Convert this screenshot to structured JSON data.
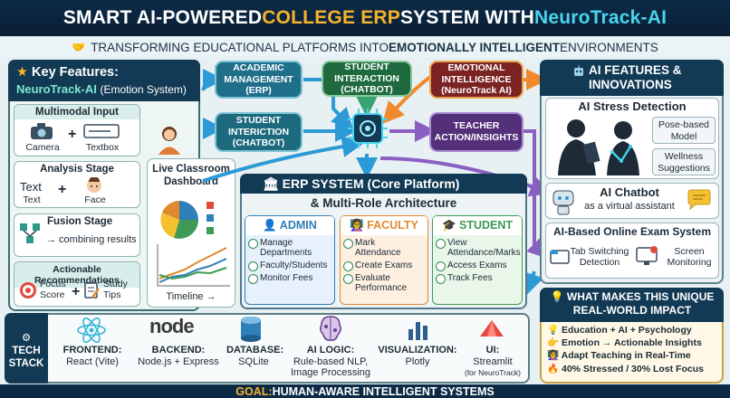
{
  "banner": {
    "part1": "SMART AI-POWERED ",
    "part2": "COLLEGE ERP",
    "part3": " SYSTEM WITH ",
    "part4": "NeuroTrack-AI"
  },
  "subtitle": {
    "prefix": "TRANSFORMING EDUCATIONAL PLATFORMS INTO ",
    "bold": "EMOTIONALLY INTELLIGENT",
    "suffix": " ENVIRONMENTS"
  },
  "key_features": {
    "title": "Key Features:",
    "product": "NeuroTrack-AI",
    "product_note": "(Emotion System)",
    "multimodal": {
      "title": "Multimodal Input",
      "camera": "Camera",
      "textbox": "Textbox",
      "plus": "+"
    },
    "analysis": {
      "title": "Analysis Stage",
      "text_a": "Text",
      "text_b": "Text",
      "face": "Face",
      "plus": "+"
    },
    "fusion": {
      "title": "Fusion Stage",
      "desc": "→ combining results"
    },
    "actionable": {
      "title": "Actionable Recommendations",
      "focus": "Focus\nScore",
      "tips": "Study\nTips",
      "plus": "+"
    }
  },
  "dashboard": {
    "title": "Live Classroom\nDashboard",
    "timeline": "Timeline →"
  },
  "flow_nodes": {
    "academic": "ACADEMIC\nMANAGEMENT\n(ERP)",
    "student_interaction": "STUDENT\nINTERACTION\n(CHATBOT)",
    "emotional": "EMOTIONAL\nINTELLIGENCE\n(NeuroTrack AI)",
    "student_interiction": "STUDENT\nINTERICTION\n(CHATBOT)",
    "teacher": "TEACHER\nACTION/INSIGHTS"
  },
  "erp": {
    "title": "ERP SYSTEM (Core Platform)",
    "subtitle": "& Multi-Role Architecture",
    "roles": [
      {
        "name": "ADMIN",
        "items": [
          "Manage\nDepartments",
          "Faculty/Students",
          "Monitor Fees"
        ],
        "color": "#2f7fb8",
        "bg": "#e6f1fb"
      },
      {
        "name": "FACULTY",
        "items": [
          "Mark\nAttendance",
          "Create Exams",
          "Evaluate\nPerformance"
        ],
        "color": "#e0892c",
        "bg": "#fdf0e1"
      },
      {
        "name": "STUDENT",
        "items": [
          "View\nAttendance/Marks",
          "Access Exams",
          "Track Fees"
        ],
        "color": "#3f9a55",
        "bg": "#e9f6ea"
      }
    ]
  },
  "ai_features": {
    "title": "AI FEATURES &\nINNOVATIONS",
    "stress": {
      "title": "AI Stress Detection",
      "pose": "Pose-based\nModel",
      "wellness": "Wellness\nSuggestions"
    },
    "chatbot": {
      "title": "AI Chatbot",
      "desc": "as a virtual assistant"
    },
    "exam": {
      "title": "AI-Based Online Exam System",
      "tab": "Tab Switching\nDetection",
      "screen": "Screen\nMonitoring"
    }
  },
  "tech": {
    "title": "TECH\nSTACK",
    "node_logo": "node",
    "items": [
      {
        "label": "FRONTEND:",
        "value": "React (Vite)"
      },
      {
        "label": "BACKEND:",
        "value": "Node.js + Express"
      },
      {
        "label": "DATABASE:",
        "value": "SQLite"
      },
      {
        "label": "AI LOGIC:",
        "value": "Rule-based NLP,\nImage Processing"
      },
      {
        "label": "VISUALIZATION:",
        "value": "Plotly"
      },
      {
        "label": "UI:",
        "value": "Streamlit",
        "note": "(for NeuroTrack)"
      }
    ]
  },
  "unique": {
    "title": "WHAT MAKES THIS UNIQUE\nREAL-WORLD IMPACT",
    "items": [
      "Education + AI + Psychology",
      "Emotion → Actionable Insights",
      "Adapt Teaching in Real-Time",
      "40% Stressed / 30% Lost Focus"
    ]
  },
  "goal": {
    "label": "GOAL:",
    "text": " HUMAN-AWARE INTELLIGENT SYSTEMS"
  },
  "colors": {
    "navy": "#0c2a46",
    "orange": "#f7b32b",
    "cyan": "#48d4ec",
    "teal": "#1d7d86",
    "purple": "#6a3d8e",
    "maroon": "#8b2a2a",
    "green": "#2e7d4a"
  }
}
